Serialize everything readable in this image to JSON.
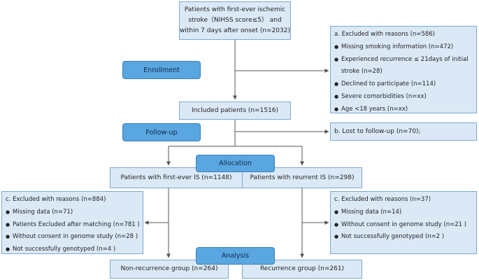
{
  "start_box": {
    "lines": [
      "Patients with first-ever ischemic",
      "stroke（NIHSS score≤5） and",
      "within 7 days after onset (n=2032)"
    ]
  },
  "stages": {
    "enrollment": "Enrollment",
    "follow_up": "Follow-up",
    "allocation": "Allocation",
    "analysis": "Analysis"
  },
  "excluded_a": {
    "heading": "a. Excluded with reasons (n=586)",
    "items": [
      "Missing smoking information  (n=472)",
      "Experienced recurrence ≤ 21days of initial",
      "Declined to participate (n=114)",
      "Severe comorbidities (n=xx)",
      "Age <18 years (n=xx)"
    ],
    "item_continuation": "stroke (n=28)"
  },
  "included_box": "Included patients (n=1516)",
  "lost_box": "b. Lost to follow-up (n=70);",
  "group_first": "Patients with first-ever IS (n=1148)",
  "group_recurrent": "Patients with reurrent IS (n=298)",
  "excluded_c_left": {
    "heading": "c. Excluded with reasons (n=884)",
    "items": [
      "Missing data  (n=71)",
      "Patients Excluded after matching (n=781 )",
      "Without consent in genome study (n=28 )",
      "Not successfully genotyped (n=4 )"
    ]
  },
  "excluded_c_right": {
    "heading": "c. Excluded with reasons (n=37)",
    "items": [
      "Missing data  (n=14)",
      "Without consent in genome study (n=21 )",
      "Not successfully genotyped (n=2 )"
    ]
  },
  "outcome_non": "Non-recurrence group (n=264)",
  "outcome_rec": "Recurrence group (n=261)",
  "colors": {
    "box_fill": "#dbe9f7",
    "box_border": "#7da7d1",
    "stage_fill": "#5aa6e0",
    "line": "#555555"
  }
}
